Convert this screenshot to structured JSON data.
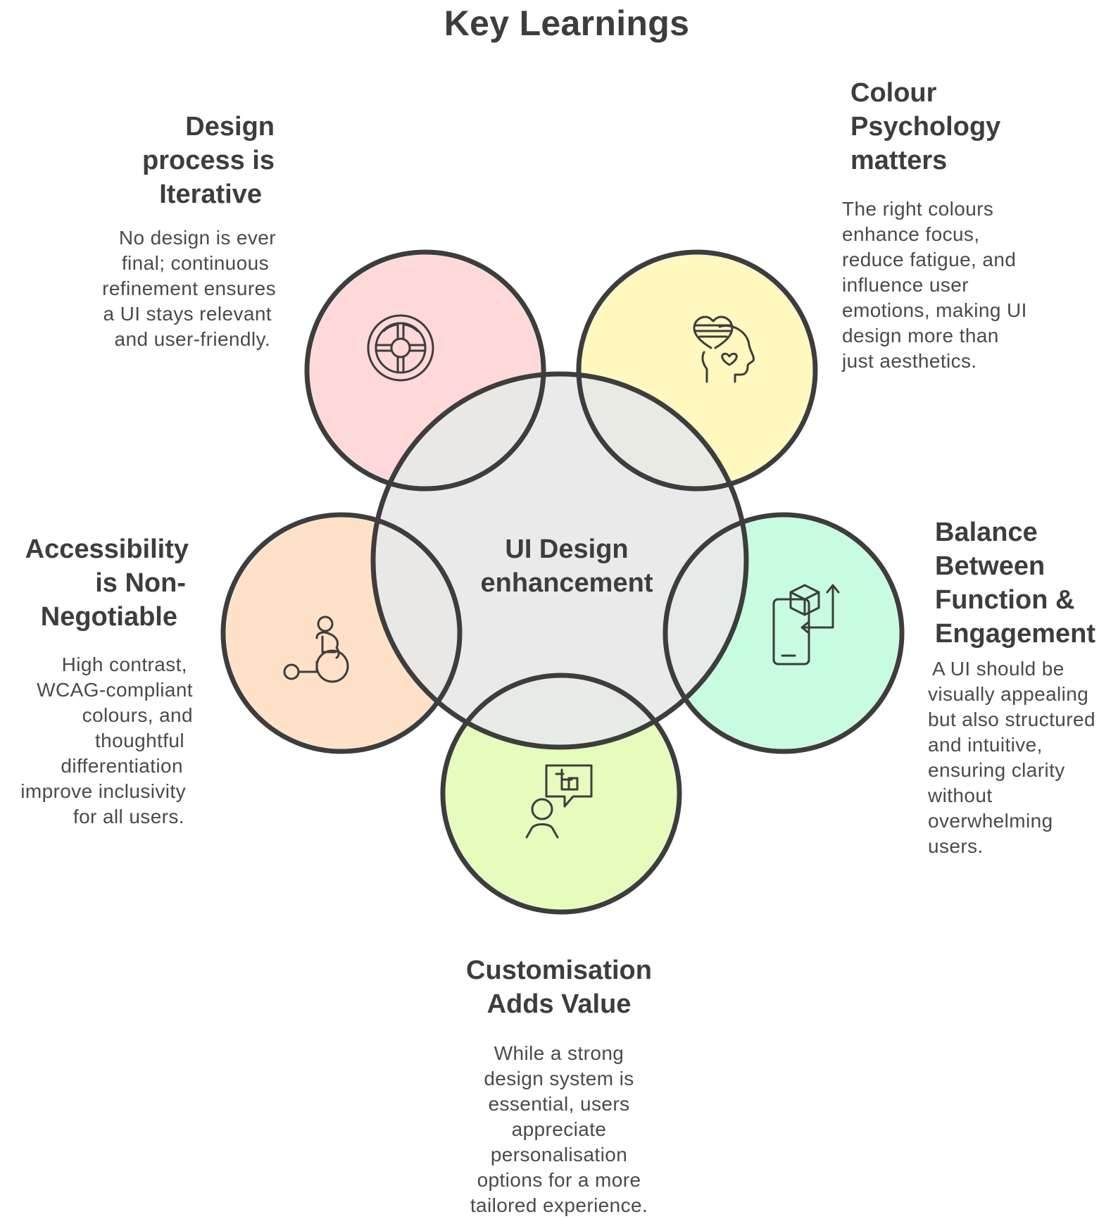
{
  "title": "Key Learnings",
  "center": {
    "label_line1": "UI Design",
    "label_line2": "enhancement",
    "fill": "#e8e8e8"
  },
  "stroke_color": "#3d3d3d",
  "petals": [
    {
      "id": "iterative",
      "title_lines": [
        "Design",
        "process is",
        "Iterative"
      ],
      "desc_lines": [
        "No design is ever",
        "final; continuous",
        "refinement ensures",
        "a UI stays relevant",
        "and user-friendly."
      ],
      "fill": "#ffd9d9",
      "icon": "target-icon"
    },
    {
      "id": "colour",
      "title_lines": [
        "Colour",
        "Psychology",
        "matters"
      ],
      "desc_lines": [
        "The right colours",
        "enhance focus,",
        "reduce fatigue, and",
        "influence user",
        "emotions, making UI",
        "design more than",
        "just aesthetics."
      ],
      "fill": "#fff8bf",
      "icon": "heart-head-icon"
    },
    {
      "id": "balance",
      "title_lines": [
        "Balance",
        "Between",
        "Function &",
        "Engagement"
      ],
      "desc_lines": [
        "A UI should be",
        "visually appealing",
        "but also structured",
        "and intuitive,",
        "ensuring clarity",
        "without",
        "overwhelming",
        "users."
      ],
      "fill": "#c8fce0",
      "icon": "mobile-cube-icon"
    },
    {
      "id": "custom",
      "title_lines": [
        "Customisation",
        "Adds Value"
      ],
      "desc_lines": [
        "While a strong",
        "design system is",
        "essential, users",
        "appreciate",
        "personalisation",
        "options for a more",
        "tailored experience."
      ],
      "fill": "#e6fcbc",
      "icon": "user-speech-icon"
    },
    {
      "id": "access",
      "title_lines": [
        "Accessibility",
        "is Non-",
        "Negotiable"
      ],
      "desc_lines": [
        "High contrast,",
        "WCAG-compliant",
        "colours, and",
        "thoughtful",
        "differentiation",
        "improve inclusivity",
        "for all users."
      ],
      "fill": "#ffe1c8",
      "icon": "wheelchair-icon"
    }
  ]
}
